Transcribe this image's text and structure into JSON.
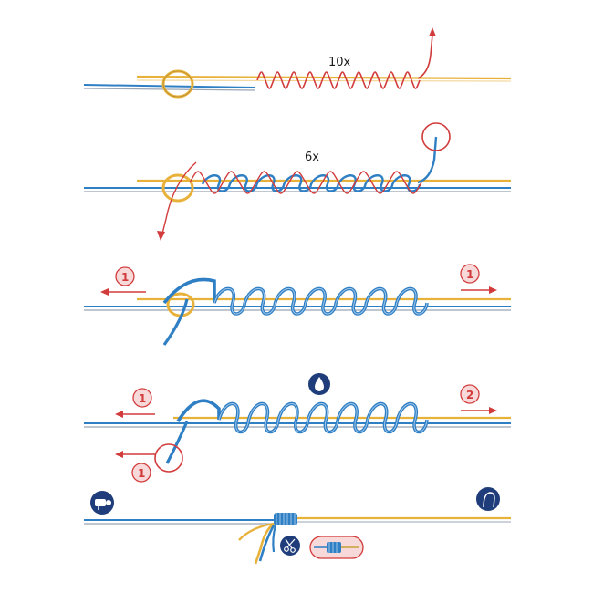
{
  "colors": {
    "yellow": "#e8b23a",
    "blue": "#2f7fc4",
    "red": "#d23b3b",
    "pink_fill": "#f7d9d9",
    "navy": "#1f3d7a",
    "grey": "#9aa5b5"
  },
  "steps": [
    {
      "id": "step1",
      "count_label": "10x"
    },
    {
      "id": "step2",
      "count_label": "6x"
    },
    {
      "id": "step3",
      "left_marker": "1",
      "right_marker": "1"
    },
    {
      "id": "step4",
      "top_left_marker": "1",
      "bottom_left_marker": "1",
      "right_marker": "2",
      "icon": "water-drop-icon"
    },
    {
      "id": "step5",
      "left_icon": "fishing-reel-icon",
      "right_icon": "hook-icon",
      "scissors_icon": "scissors-icon"
    }
  ]
}
